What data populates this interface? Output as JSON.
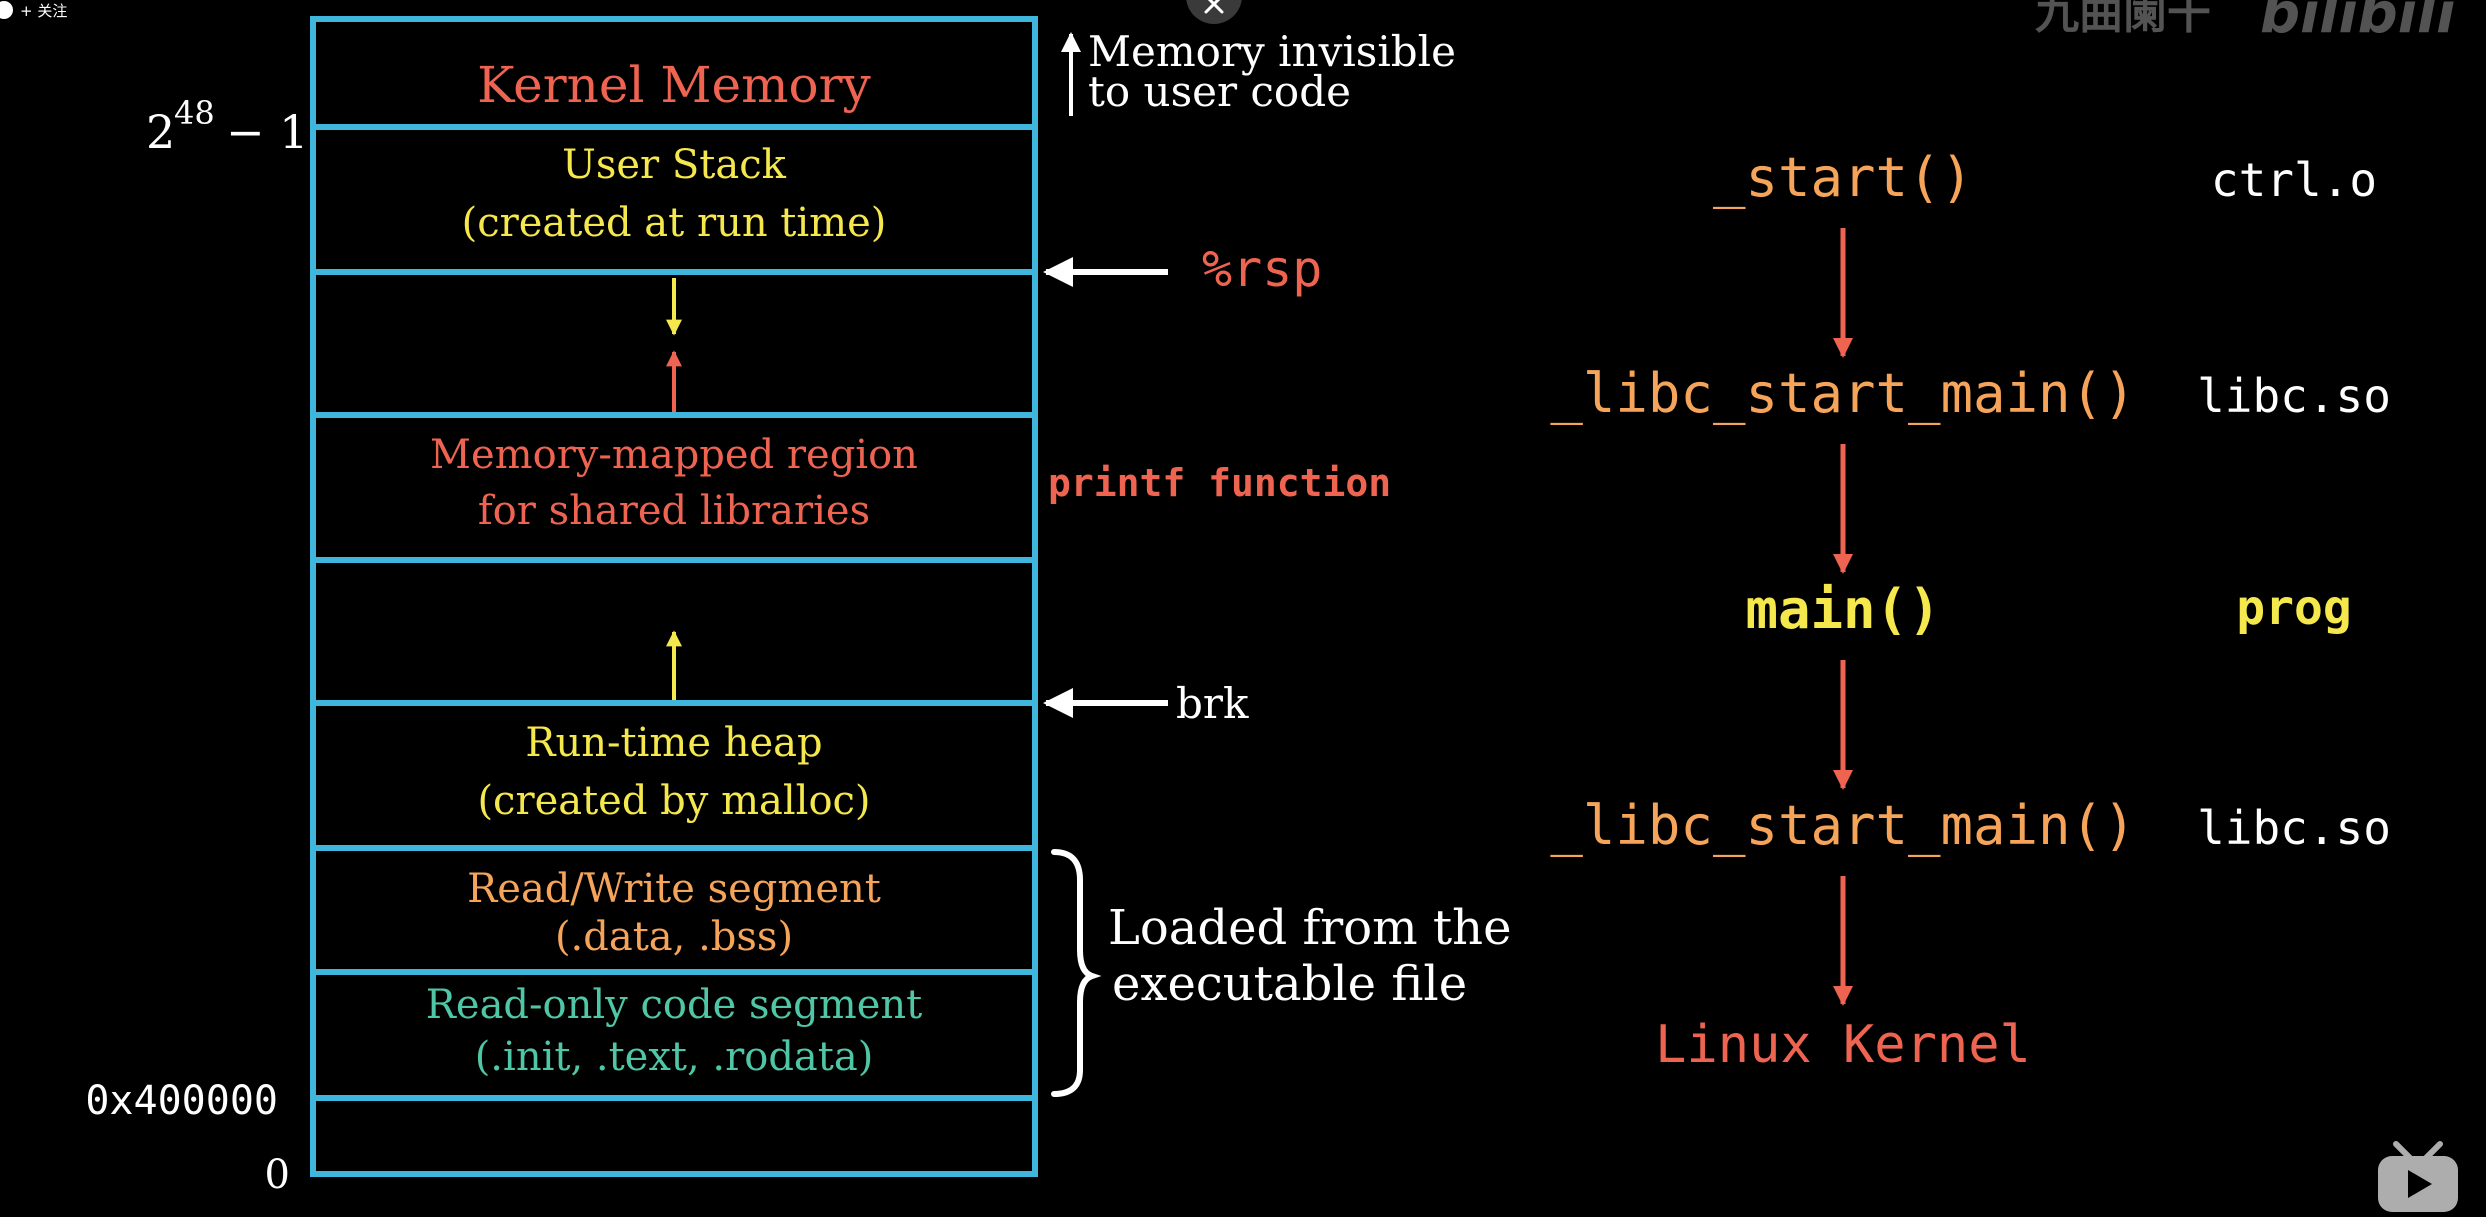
{
  "overlay": {
    "follow_label": "+ 关注",
    "watermark": "九曲阑干",
    "site_logo": "bilibili",
    "close_icon": "close-icon",
    "tv_icon": "bilibili-tv-icon"
  },
  "colors": {
    "background": "#000000",
    "box_border": "#3fb7dc",
    "red": "#ef6451",
    "yellow": "#f5e84c",
    "orange": "#f5a45a",
    "teal": "#4fc6a6",
    "white": "#ffffff"
  },
  "memory_layout": {
    "address_top_base": "2",
    "address_top_exp": "48",
    "address_top_suffix": "− 1",
    "address_code": "0x400000",
    "address_zero": "0",
    "kernel_label": "Kernel Memory",
    "kernel_note_line1": "Memory invisible",
    "kernel_note_line2": "to user code",
    "segments": [
      {
        "line1": "User Stack",
        "line2": "(created at run time)"
      },
      {
        "line1": "Memory-mapped region",
        "line2": "for shared libraries"
      },
      {
        "line1": "Run-time heap",
        "line2": "(created by malloc)"
      },
      {
        "line1": "Read/Write segment",
        "line2": "(.data, .bss)"
      },
      {
        "line1": "Read-only code segment",
        "line2": "(.init, .text, .rodata)"
      }
    ],
    "rsp_label": "%rsp",
    "printf_label": "printf function",
    "brk_label": "brk",
    "loaded_line1": "Loaded from the",
    "loaded_line2": "executable file"
  },
  "call_chain": [
    {
      "func": "_start()",
      "module": "ctrl.o"
    },
    {
      "func": "_libc_start_main()",
      "module": "libc.so"
    },
    {
      "func": "main()",
      "module": "prog"
    },
    {
      "func": "_libc_start_main()",
      "module": "libc.so"
    },
    {
      "func": "Linux Kernel",
      "module": ""
    }
  ]
}
